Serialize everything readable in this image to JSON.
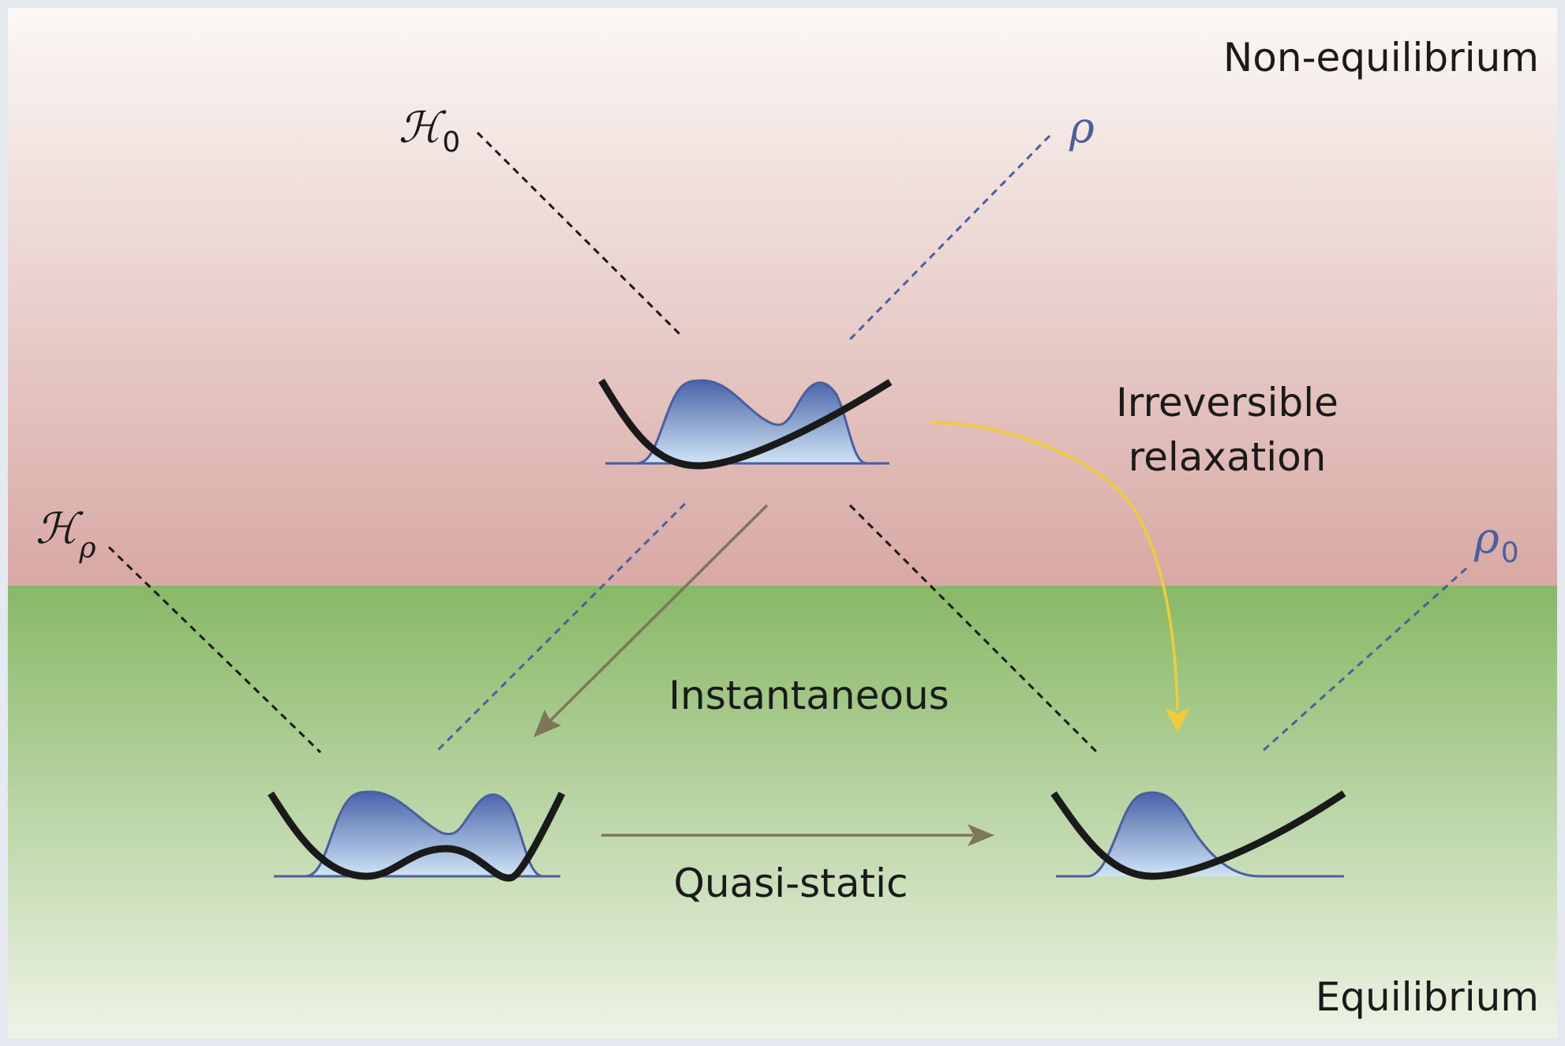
{
  "regions": {
    "top_label": "Non-equilibrium",
    "bottom_label": "Equilibrium"
  },
  "symbols": {
    "H0_base": "ℋ",
    "H0_sub": "0",
    "rho": "ρ",
    "Hrho_base": "ℋ",
    "Hrho_sub": "ρ",
    "rho0_base": "ρ",
    "rho0_sub": "0"
  },
  "processes": {
    "irreversible_line1": "Irreversible",
    "irreversible_line2": "relaxation",
    "instantaneous": "Instantaneous",
    "quasi_static": "Quasi-static"
  },
  "colors": {
    "noneq_top": "#fbf8f5",
    "noneq_bottom": "#d8a8a4",
    "eq_top": "#88b866",
    "eq_bottom": "#eef3e6",
    "hamiltonian_line": "#1a1a1a",
    "density_line": "#4a5fa0",
    "density_fill_top": "#4864a8",
    "density_fill_bottom": "#cfe4f4",
    "irreversible_arrow": "#f0cc3a",
    "process_arrow": "#7d7658"
  }
}
